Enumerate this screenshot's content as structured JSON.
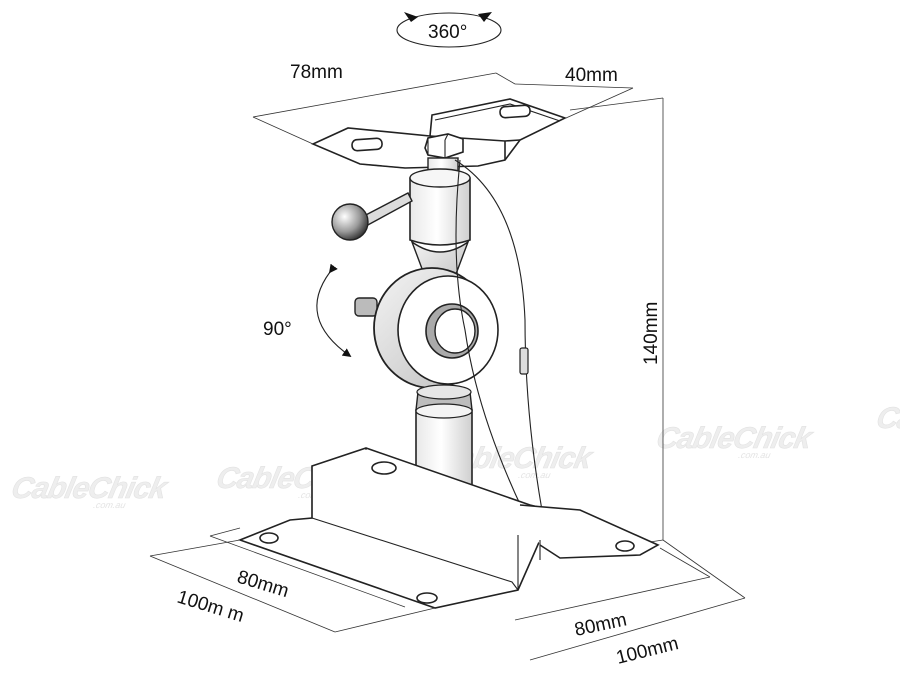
{
  "rotation_top": "360°",
  "rotation_side": "90°",
  "top_plate": {
    "length": "78mm",
    "width": "40mm"
  },
  "height": "140mm",
  "base_left": {
    "inner": "80mm",
    "outer": "100m m"
  },
  "base_right": {
    "inner": "80mm",
    "outer": "100mm"
  },
  "watermark": {
    "brand": "CableChick",
    "domain": ".com.au"
  },
  "colors": {
    "line": "#222222",
    "shade_dark": "#8a8a8a",
    "watermark": "#e6e6e6"
  }
}
